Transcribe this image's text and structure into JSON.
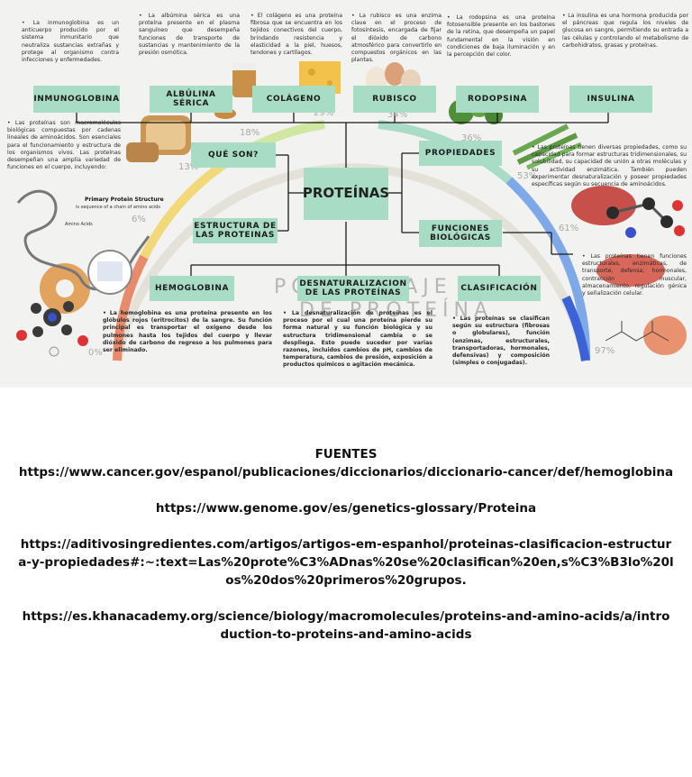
{
  "diagram": {
    "central": "PROTEÍNAS",
    "top_nodes": [
      {
        "id": "inmunoglobina",
        "label": "INMUNOGLOBINA",
        "desc": "La inmunoglobina es un anticuerpo producido por el sistema inmunitario que neutraliza sustancias extrañas y protege al organismo contra infecciones y enfermedades."
      },
      {
        "id": "albumina",
        "label": "ALBÚLINA SÉRICA",
        "desc": "La albúmina sérica es una proteína presente en el plasma sanguíneo que desempeña funciones de transporte de sustancias y mantenimiento de la presión osmótica."
      },
      {
        "id": "colageno",
        "label": "COLÁGENO",
        "desc": "El colágeno es una proteína fibrosa que se encuentra en los tejidos conectivos del cuerpo, brindando resistencia y elasticidad a la piel, huesos, tendones y cartílagos."
      },
      {
        "id": "rubisco",
        "label": "RUBISCO",
        "desc": "La rubisco es una enzima clave en el proceso de fotosíntesis, encargada de fijar el dióxido de carbono atmosférico para convertirlo en compuestos orgánicos en las plantas."
      },
      {
        "id": "rodopsina",
        "label": "RODOPSINA",
        "desc": "La rodopsina es una proteína fotosensible presente en los bastones de la retina, que desempeña un papel fundamental en la visión en condiciones de baja iluminación y en la percepción del color."
      },
      {
        "id": "insulina",
        "label": "INSULINA",
        "desc": "La insulina es una hormona producida por el páncreas que regula los niveles de glucosa en sangre, permitiendo su entrada a las células y controlando el metabolismo de carbohidratos, grasas y proteínas."
      }
    ],
    "que_son": {
      "label": "QUÉ SON?",
      "desc": "Las proteínas son macromoléculas biológicas compuestas por cadenas lineales de aminoácidos. Son esenciales para el funcionamiento y estructura de los organismos vivos. Las proteínas desempeñan una amplia variedad de funciones en el cuerpo, incluyendo:"
    },
    "estructura": {
      "label": "ESTRUCTURA DE LAS PROTEINAS"
    },
    "propiedades": {
      "label": "PROPIEDADES",
      "desc": "Las proteínas tienen diversas propiedades, como su capacidad para formar estructuras tridimensionales, su solubilidad, su capacidad de unión a otras moléculas y su actividad enzimática. También pueden experimentar desnaturalización y poseer propiedades específicas según su secuencia de aminoácidos."
    },
    "funciones": {
      "label": "FUNCIONES BIOLÓGICAS",
      "desc": "Las proteínas tienen funciones estructurales, enzimáticas, de transporte, defensa, hormonales, contracción muscular, almacenamiento, regulación génica y señalización celular."
    },
    "hemoglobina": {
      "label": "HEMOGLOBINA",
      "desc": "La hemoglobina es una proteína presente en los glóbulos rojos (eritrocitos) de la sangre. Su función principal es transportar el oxígeno desde los pulmones hasta los tejidos del cuerpo y llevar dióxido de carbono de regreso a los pulmones para ser eliminado."
    },
    "desnaturalizacion": {
      "label": "DESNATURALIZACION DE LAS PROTEÍNAS",
      "desc": "La desnaturalización de proteínas es el proceso por el cual una proteína pierde su forma natural y su función biológica y su estructura tridimensional cambia o se despliega. Esto puede suceder por varias razones, incluidos cambios de pH, cambios de temperatura, cambios de presión, exposición a productos químicos o agitación mecánica."
    },
    "clasificacion": {
      "label": "CLASIFICACIÓN",
      "desc": "Las proteínas se clasifican según su estructura (fibrosas o globulares), función (enzimas, estructurales, transportadoras, hormonales, defensivas) y composición (simples o conjugadas)."
    },
    "background_text": {
      "line1": "PORCENTAJE",
      "line2": "DE PROTEÍNA"
    },
    "percentages": [
      "0%",
      "6%",
      "13%",
      "18%",
      "29%",
      "34%",
      "36%",
      "53%",
      "61%",
      "97%"
    ],
    "structure_image": {
      "title": "Primary Protein Structure",
      "caption": "is sequence of a chain of amino acids",
      "amino_label": "Amino Acids"
    }
  },
  "sources": {
    "heading": "FUENTES",
    "links": [
      "https://www.cancer.gov/espanol/publicaciones/diccionarios/diccionario-cancer/def/hemoglobina",
      "https://www.genome.gov/es/genetics-glossary/Proteina",
      "https://aditivosingredientes.com/artigos/artigos-em-espanhol/proteinas-clasificacion-estructura-y-propiedades#:~:text=Las%20prote%C3%ADnas%20se%20clasifican%20en,s%C3%B3lo%20los%20dos%20primeros%20grupos.",
      "https://es.khanacademy.org/science/biology/macromolecules/proteins-and-amino-acids/a/introduction-to-proteins-and-amino-acids"
    ]
  },
  "colors": {
    "node": "#a8dcc4",
    "line": "#1a1a1a",
    "poster_bg": "#f2f2f0"
  }
}
